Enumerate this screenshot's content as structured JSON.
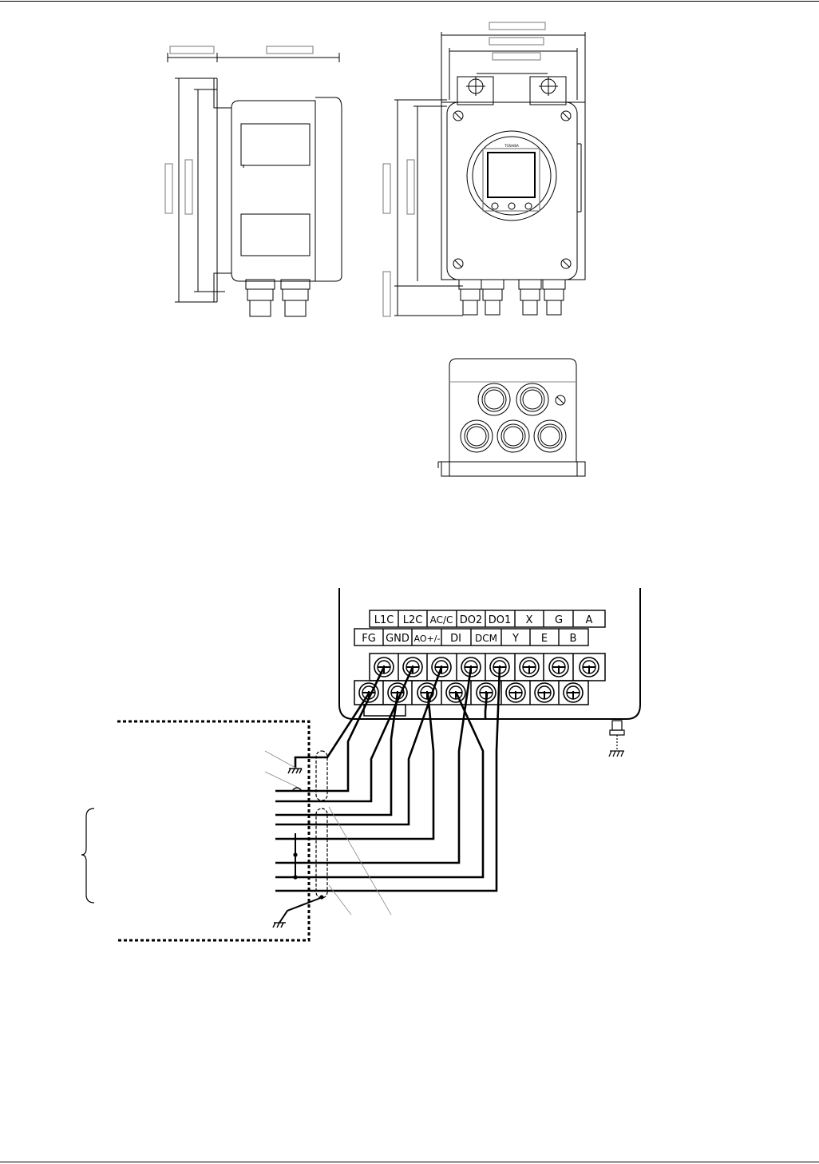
{
  "terminal_block": {
    "upper_row": [
      "L1C",
      "L2C",
      "AC/C",
      "DO2",
      "DO1",
      "X",
      "G",
      "A"
    ],
    "lower_row": [
      "FG",
      "GND",
      "AO+/-",
      "DI",
      "DCM",
      "Y",
      "E",
      "B"
    ]
  },
  "front_view": {
    "logo_text": "TOSHIBA"
  }
}
